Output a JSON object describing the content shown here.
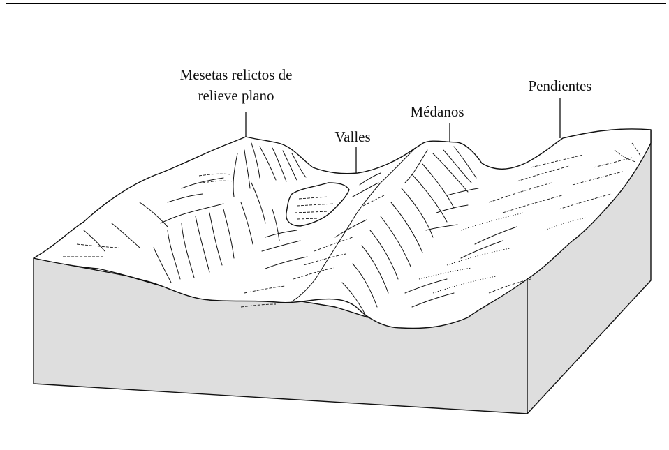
{
  "diagram": {
    "labels": {
      "mesetas_line1": "Mesetas relictos de",
      "mesetas_line2": "relieve plano",
      "valles": "Valles",
      "medanos": "Médanos",
      "pendientes": "Pendientes"
    },
    "colors": {
      "block_side": "#dedede",
      "surface": "#ffffff",
      "ink": "#111111"
    }
  }
}
